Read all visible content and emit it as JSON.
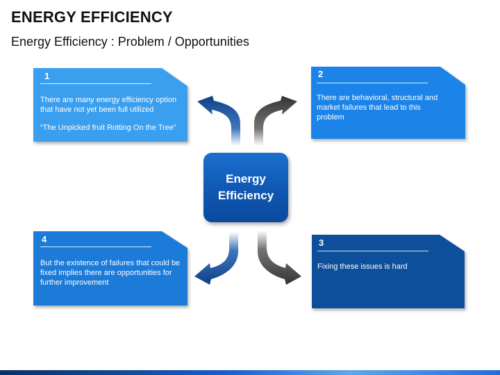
{
  "slide": {
    "title": "ENERGY EFFICIENCY",
    "subtitle": "Energy Efficiency : Problem / Opportunities"
  },
  "center": {
    "line1": "Energy",
    "line2": "Efficiency"
  },
  "cards": [
    {
      "number": "1",
      "paragraph1": "There are many energy efficiency option that have not yet been full utilized",
      "paragraph2": "“The Unpicked fruit Rotting On the Tree”",
      "color": "#3a9ff0"
    },
    {
      "number": "2",
      "paragraph1": "There are behavioral, structural and market failures that lead to this problem",
      "color": "#1a84e8"
    },
    {
      "number": "3",
      "paragraph1": "Fixing these issues is hard",
      "color": "#0b4f9a"
    },
    {
      "number": "4",
      "paragraph1": "But the existence of failures that could be fixed implies there are opportunities for further improvement",
      "color": "#1d7ad8"
    }
  ],
  "colors": {
    "arrow_blue": "#1c5fae",
    "arrow_gray": "#5a5a5a",
    "center_box": "#0f57b3"
  },
  "icons": {
    "arrows": [
      "curved-arrow-up-left",
      "curved-arrow-up-right",
      "curved-arrow-down-right",
      "curved-arrow-down-left"
    ]
  }
}
